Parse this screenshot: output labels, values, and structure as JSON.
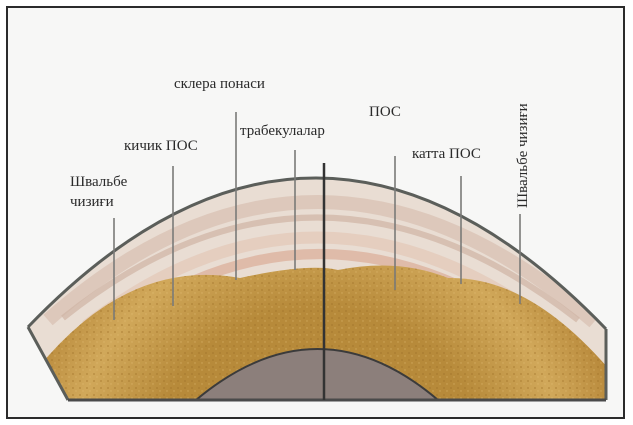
{
  "labels": {
    "schwalbe_left_line1": "Швальбе",
    "schwalbe_left_line2": "чизиғи",
    "small_pas": "кичик ПОС",
    "sclera_spur": "склера понаси",
    "trabeculae": "трабекулалар",
    "pas": "ПОС",
    "large_pas": "катта ПОС",
    "schwalbe_right": "Швальбе чизиғи"
  },
  "colors": {
    "iris": "#cfa556",
    "iris_dark": "#a9782c",
    "cornea_band": "#eadfd6",
    "outline": "#5b5e5a",
    "pupil": "#8c7f7b"
  }
}
